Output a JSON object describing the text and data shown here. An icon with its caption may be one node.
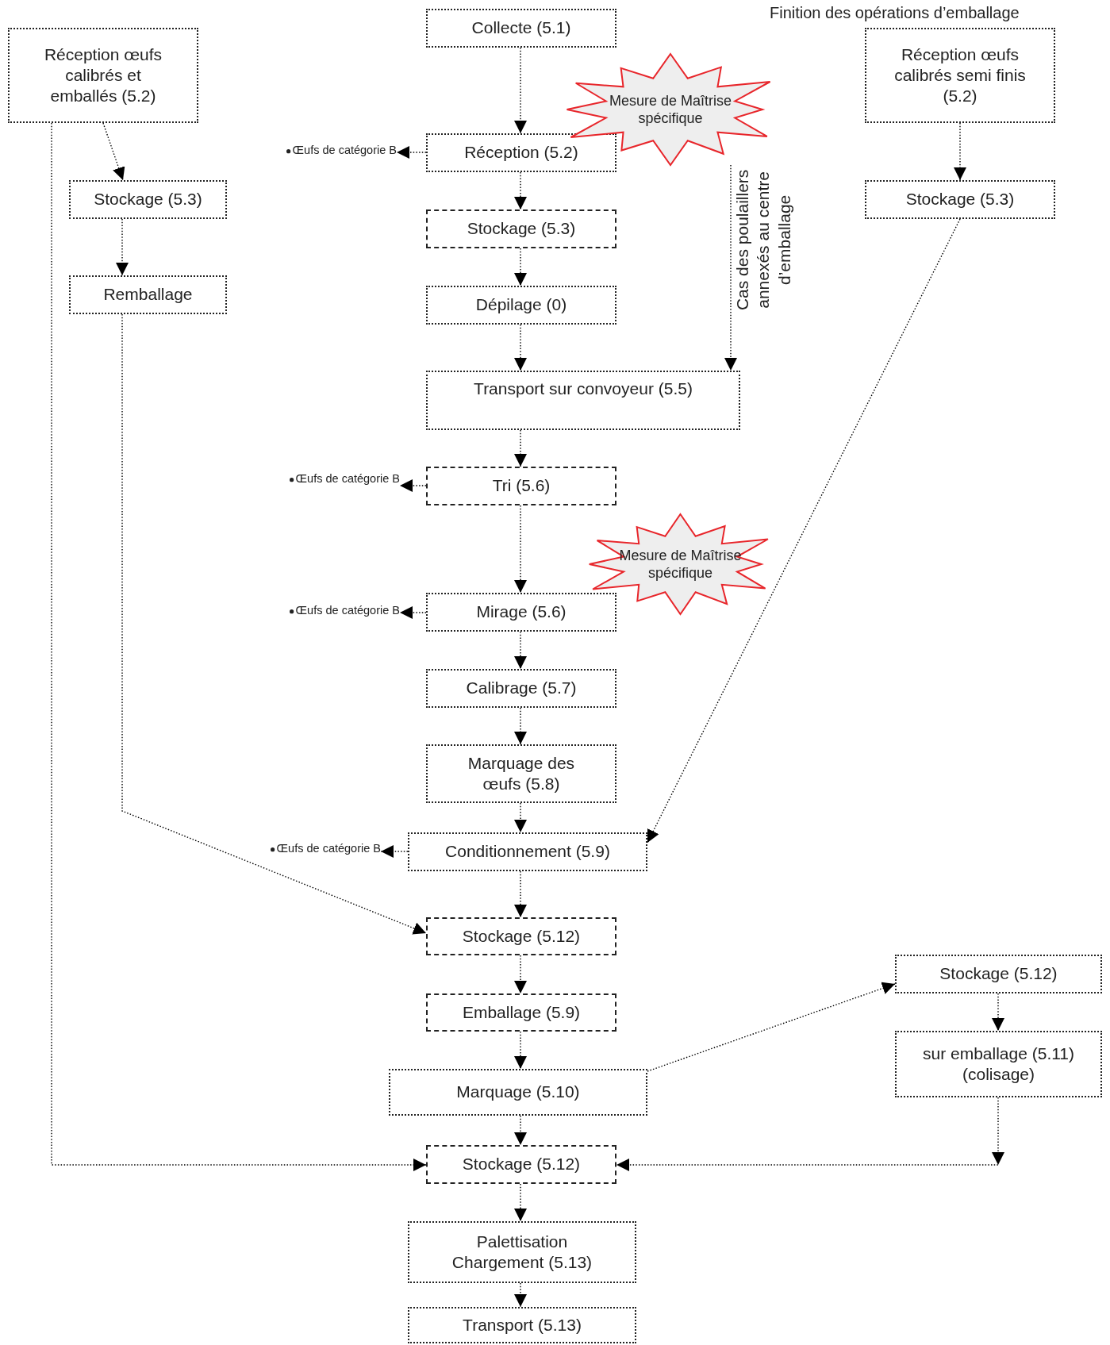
{
  "diagram": {
    "nodes": [
      {
        "text": [
          "Réception œufs calibrés et emballés (5.2)"
        ]
      },
      {
        "text": [
          "Stockage (5.3)"
        ]
      },
      {
        "text": [
          "Remballage"
        ]
      },
      {
        "text": [
          "Collecte (5.1)"
        ]
      },
      {
        "text": [
          "Mesure de Maîtrise spécifique"
        ]
      },
      {
        "text": [
          "Réception (5.2)"
        ]
      },
      {
        "text": [
          "Œufs de catégorie B"
        ]
      },
      {
        "text": [
          "Stockage (5.3)"
        ]
      },
      {
        "text": [
          "Dépilage (0)"
        ]
      },
      {
        "text": [
          "Transport sur convoyeur (5.5)"
        ]
      },
      {
        "text": [
          "Tri (5.6)"
        ]
      },
      {
        "text": [
          "Œufs de catégorie B"
        ]
      },
      {
        "text": [
          "Mesure de Maîtrise spécifique"
        ]
      },
      {
        "text": [
          "Mirage (5.6)"
        ]
      },
      {
        "text": [
          "Œufs de catégorie B"
        ]
      },
      {
        "text": [
          "Calibrage (5.7)"
        ]
      },
      {
        "text": [
          "Marquage des œufs (5.8)"
        ]
      },
      {
        "text": [
          "Conditionnement (5.9)"
        ]
      },
      {
        "text": [
          "Œufs de catégorie B"
        ]
      },
      {
        "text": [
          "Réception œufs calibrés semi finis (5.2)"
        ]
      },
      {
        "text": [
          "Stockage (5.3)"
        ]
      },
      {
        "text": [
          "Stockage (5.12)"
        ]
      },
      {
        "text": [
          "Emballage (5.9)"
        ]
      },
      {
        "text": [
          "Marquage (5.10)"
        ]
      },
      {
        "text": [
          "Stockage (5.12)"
        ]
      },
      {
        "text": [
          "sur emballage (5.11) (colisage)"
        ]
      },
      {
        "text": [
          "Stockage (5.12)"
        ]
      },
      {
        "text": [
          "Palettisation Chargement (5.13)"
        ]
      },
      {
        "text": [
          "Transport (5.13)"
        ]
      }
    ],
    "edges": [
      {
        "from": 3,
        "to": 5,
        "arrow": "to"
      },
      {
        "from": 5,
        "to": 6,
        "arrow": "to"
      },
      {
        "from": 5,
        "to": 7,
        "arrow": "to"
      },
      {
        "from": 7,
        "to": 8,
        "arrow": "to"
      },
      {
        "from": 8,
        "to": 9,
        "arrow": "to"
      },
      {
        "from": 4,
        "to": 9,
        "arrow": "to",
        "label": "Cas des poulaillers annexés au centre d’emballage"
      },
      {
        "from": 9,
        "to": 10,
        "arrow": "to"
      },
      {
        "from": 10,
        "to": 11,
        "arrow": "to"
      },
      {
        "from": 10,
        "to": 13,
        "arrow": "to"
      },
      {
        "from": 13,
        "to": 14,
        "arrow": "to"
      },
      {
        "from": 13,
        "to": 15,
        "arrow": "to"
      },
      {
        "from": 15,
        "to": 16,
        "arrow": "to"
      },
      {
        "from": 16,
        "to": 17,
        "arrow": "to"
      },
      {
        "from": 17,
        "to": 18,
        "arrow": "to"
      },
      {
        "from": 17,
        "to": 21,
        "arrow": "to"
      },
      {
        "from": 21,
        "to": 22,
        "arrow": "to"
      },
      {
        "from": 22,
        "to": 23,
        "arrow": "to"
      },
      {
        "from": 23,
        "to": 26,
        "arrow": "to"
      },
      {
        "from": 26,
        "to": 27,
        "arrow": "to"
      },
      {
        "from": 27,
        "to": 28,
        "arrow": "to"
      },
      {
        "from": 0,
        "to": 1,
        "arrow": "to"
      },
      {
        "from": 1,
        "to": 2,
        "arrow": "to"
      },
      {
        "from": 2,
        "to": 21,
        "arrow": "to"
      },
      {
        "from": 0,
        "to": 26,
        "arrow": "to"
      },
      {
        "from": 19,
        "to": 20,
        "arrow": "to"
      },
      {
        "from": 20,
        "to": 17,
        "arrow": "to"
      },
      {
        "from": 23,
        "to": 24,
        "arrow": "to"
      },
      {
        "from": 24,
        "to": 25,
        "arrow": "to"
      },
      {
        "from": 25,
        "to": 26,
        "arrow": "to"
      }
    ],
    "labels": [
      "Finition des opérations d’emballage"
    ]
  }
}
